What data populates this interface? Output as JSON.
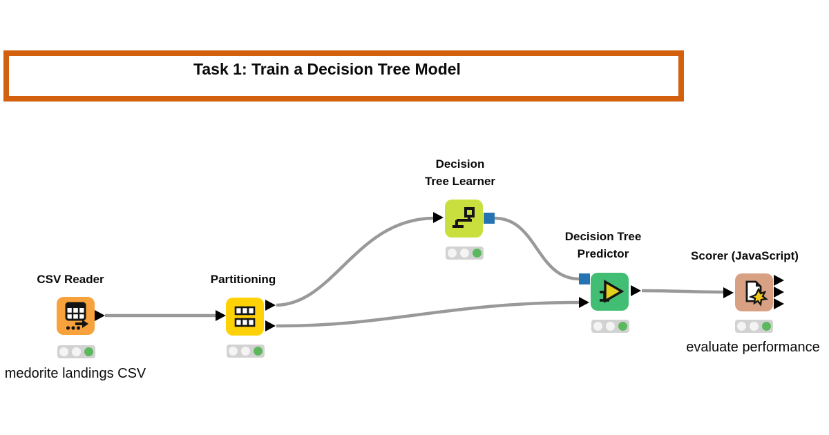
{
  "annotation": {
    "title": "Task 1: Train a Decision Tree Model",
    "border_color": "#D2600C"
  },
  "colors": {
    "connection": "#999999",
    "data_port": "#000000",
    "model_port": "#2673B2",
    "status_green": "#5CB85C",
    "traffic_light_bg": "#D2D2D2",
    "traffic_light_off": "#F4F4F4"
  },
  "nodes": [
    {
      "id": "csv-reader",
      "label": "CSV Reader",
      "comment": "medorite landings CSV",
      "color": "#F7A23C",
      "traffic_light": "green"
    },
    {
      "id": "partitioning",
      "label": "Partitioning",
      "color": "#FFD208",
      "traffic_light": "green"
    },
    {
      "id": "decision-tree-learner",
      "label_line1": "Decision",
      "label_line2": "Tree Learner",
      "color": "#C9DF3E",
      "traffic_light": "green"
    },
    {
      "id": "decision-tree-predictor",
      "label_line1": "Decision Tree",
      "label_line2": "Predictor",
      "color": "#41BE73",
      "traffic_light": "green"
    },
    {
      "id": "scorer-javascript",
      "label": "Scorer (JavaScript)",
      "comment": "evaluate performance",
      "color": "#D9A183",
      "traffic_light": "green"
    }
  ]
}
